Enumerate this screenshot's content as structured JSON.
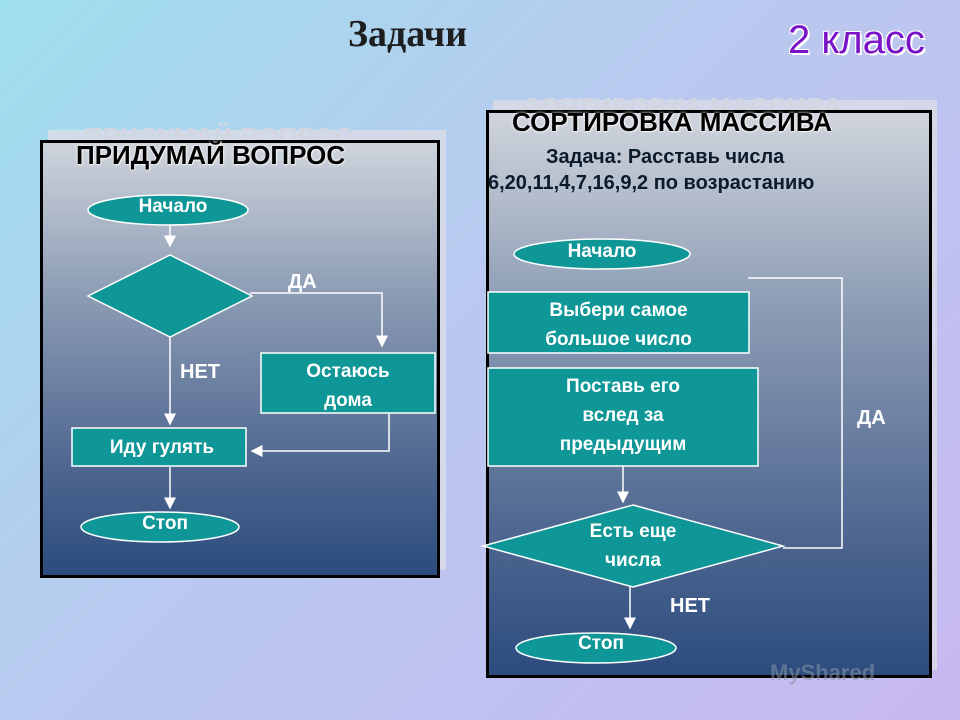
{
  "header": {
    "title": "Задачи",
    "grade": "2 класс"
  },
  "left": {
    "title": "ПРИДУМАЙ ВОПРОС",
    "start": "Начало",
    "yes": "ДА",
    "no": "НЕТ",
    "stay_line1": "Остаюсь",
    "stay_line2": "дома",
    "walk": "Иду гулять",
    "stop": "Стоп"
  },
  "right": {
    "title": "СОРТИРОВКА МАССИВА",
    "task_line1": "Задача: Расставь числа",
    "task_line2": "6,20,11,4,7,16,9,2 по возрастанию",
    "start": "Начало",
    "step1_line1": "Выбери самое",
    "step1_line2": "большое число",
    "step2_line1": "Поставь его",
    "step2_line2": "вслед за",
    "step2_line3": "предыдущим",
    "decision_line1": "Есть еще",
    "decision_line2": "числа",
    "yes": "ДА",
    "no": "НЕТ",
    "stop": "Стоп"
  },
  "watermark": "MyShared",
  "colors": {
    "node_fill": "#0f9696",
    "node_stroke": "#ffffff",
    "arrow": "#ffffff",
    "grade": "#7a12c8"
  }
}
